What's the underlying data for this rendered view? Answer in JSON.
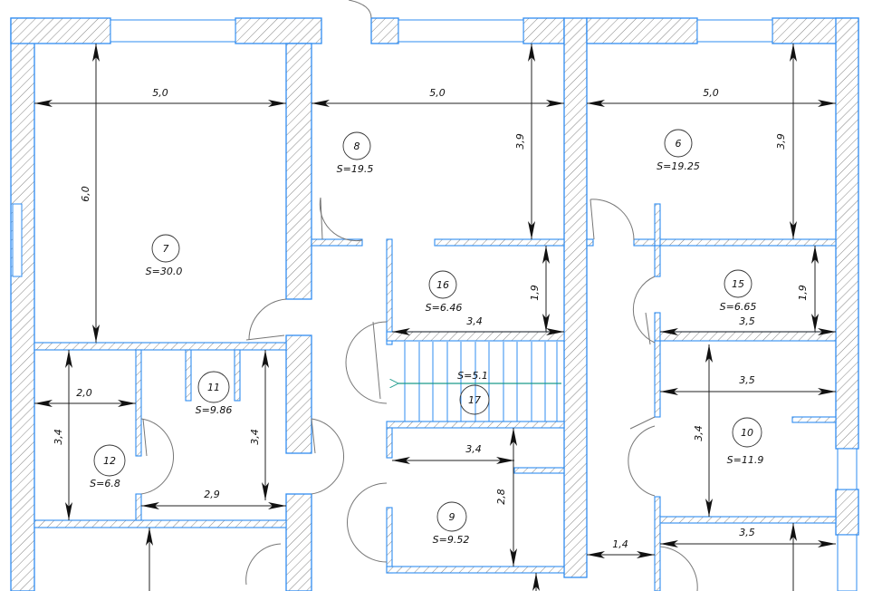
{
  "plan": {
    "colors": {
      "wall_outline": "#2f8cf0",
      "stair_arrow": "#1a9a8a",
      "dimension": "#222222"
    },
    "rooms": [
      {
        "id": "7",
        "area": "S=30.0"
      },
      {
        "id": "8",
        "area": "S=19.5"
      },
      {
        "id": "6",
        "area": "S=19.25"
      },
      {
        "id": "16",
        "area": "S=6.46"
      },
      {
        "id": "15",
        "area": "S=6.65"
      },
      {
        "id": "11",
        "area": "S=9.86"
      },
      {
        "id": "12",
        "area": "S=6.8"
      },
      {
        "id": "17",
        "area": "S=5.1"
      },
      {
        "id": "9",
        "area": "S=9.52"
      },
      {
        "id": "10",
        "area": "S=11.9"
      }
    ],
    "dimensions": {
      "room7_width": "5,0",
      "room8_width": "5,0",
      "room6_width": "5,0",
      "room7_height": "6,0",
      "room8_height": "3,9",
      "room6_height": "3,9",
      "room16_width": "3,4",
      "room16_height": "1,9",
      "room15_width": "3,5",
      "room15_height": "1,9",
      "room12_width": "2,0",
      "room12_height": "3,4",
      "room11_width": "2,9",
      "room11_height": "3,4",
      "room9_width": "3,4",
      "room9_height": "2,8",
      "room10_width": "3,5",
      "room10_height": "3,4",
      "corridor_width": "1,4",
      "lower_right_width": "3,5"
    }
  }
}
